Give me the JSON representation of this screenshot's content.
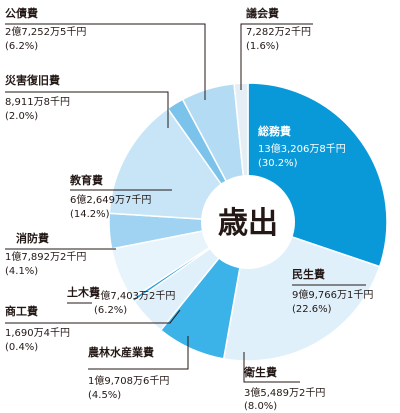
{
  "colors": {
    "text": "#231815",
    "line": "#231815",
    "inside_text": "#ffffff",
    "center_fill": "#ffffff",
    "slice_stroke": "#ffffff"
  },
  "chart_data": {
    "type": "pie",
    "style": "donut",
    "center_label": "歳出",
    "start_angle_deg": 0,
    "direction": "clockwise",
    "slices": [
      {
        "name": "総務費",
        "amount": "13億3,206万8千円",
        "percent": "(30.2%)",
        "value": 30.2,
        "color": "#0a99d8",
        "label_inside": true
      },
      {
        "name": "民生費",
        "amount": "9億9,766万1千円",
        "percent": "(22.6%)",
        "value": 22.6,
        "color": "#dff0fb"
      },
      {
        "name": "衛生費",
        "amount": "3億5,489万2千円",
        "percent": "(8.0%)",
        "value": 8.0,
        "color": "#3bb2e8"
      },
      {
        "name": "農林水産業費",
        "amount": "1億9,708万6千円",
        "percent": "(4.5%)",
        "value": 4.5,
        "color": "#dff0fb"
      },
      {
        "name": "商工費",
        "amount": "1,690万4千円",
        "percent": "(0.4%)",
        "value": 0.4,
        "color": "#2a9fd8"
      },
      {
        "name": "土木費",
        "amount": "2億7,403万2千円",
        "percent": "(6.2%)",
        "value": 6.2,
        "color": "#e8f4fc"
      },
      {
        "name": "消防費",
        "amount": "1億7,892万2千円",
        "percent": "(4.1%)",
        "value": 4.1,
        "color": "#9fd3f1"
      },
      {
        "name": "教育費",
        "amount": "6億2,649万7千円",
        "percent": "(14.2%)",
        "value": 14.2,
        "color": "#c8e5f7"
      },
      {
        "name": "災害復旧費",
        "amount": "8,911万8千円",
        "percent": "(2.0%)",
        "value": 2.0,
        "color": "#7cc3ec"
      },
      {
        "name": "公債費",
        "amount": "2億7,252万5千円",
        "percent": "(6.2%)",
        "value": 6.2,
        "color": "#b3dcf4"
      },
      {
        "name": "議会費",
        "amount": "7,282万2千円",
        "percent": "(1.6%)",
        "value": 1.6,
        "color": "#e5eef5"
      }
    ]
  }
}
